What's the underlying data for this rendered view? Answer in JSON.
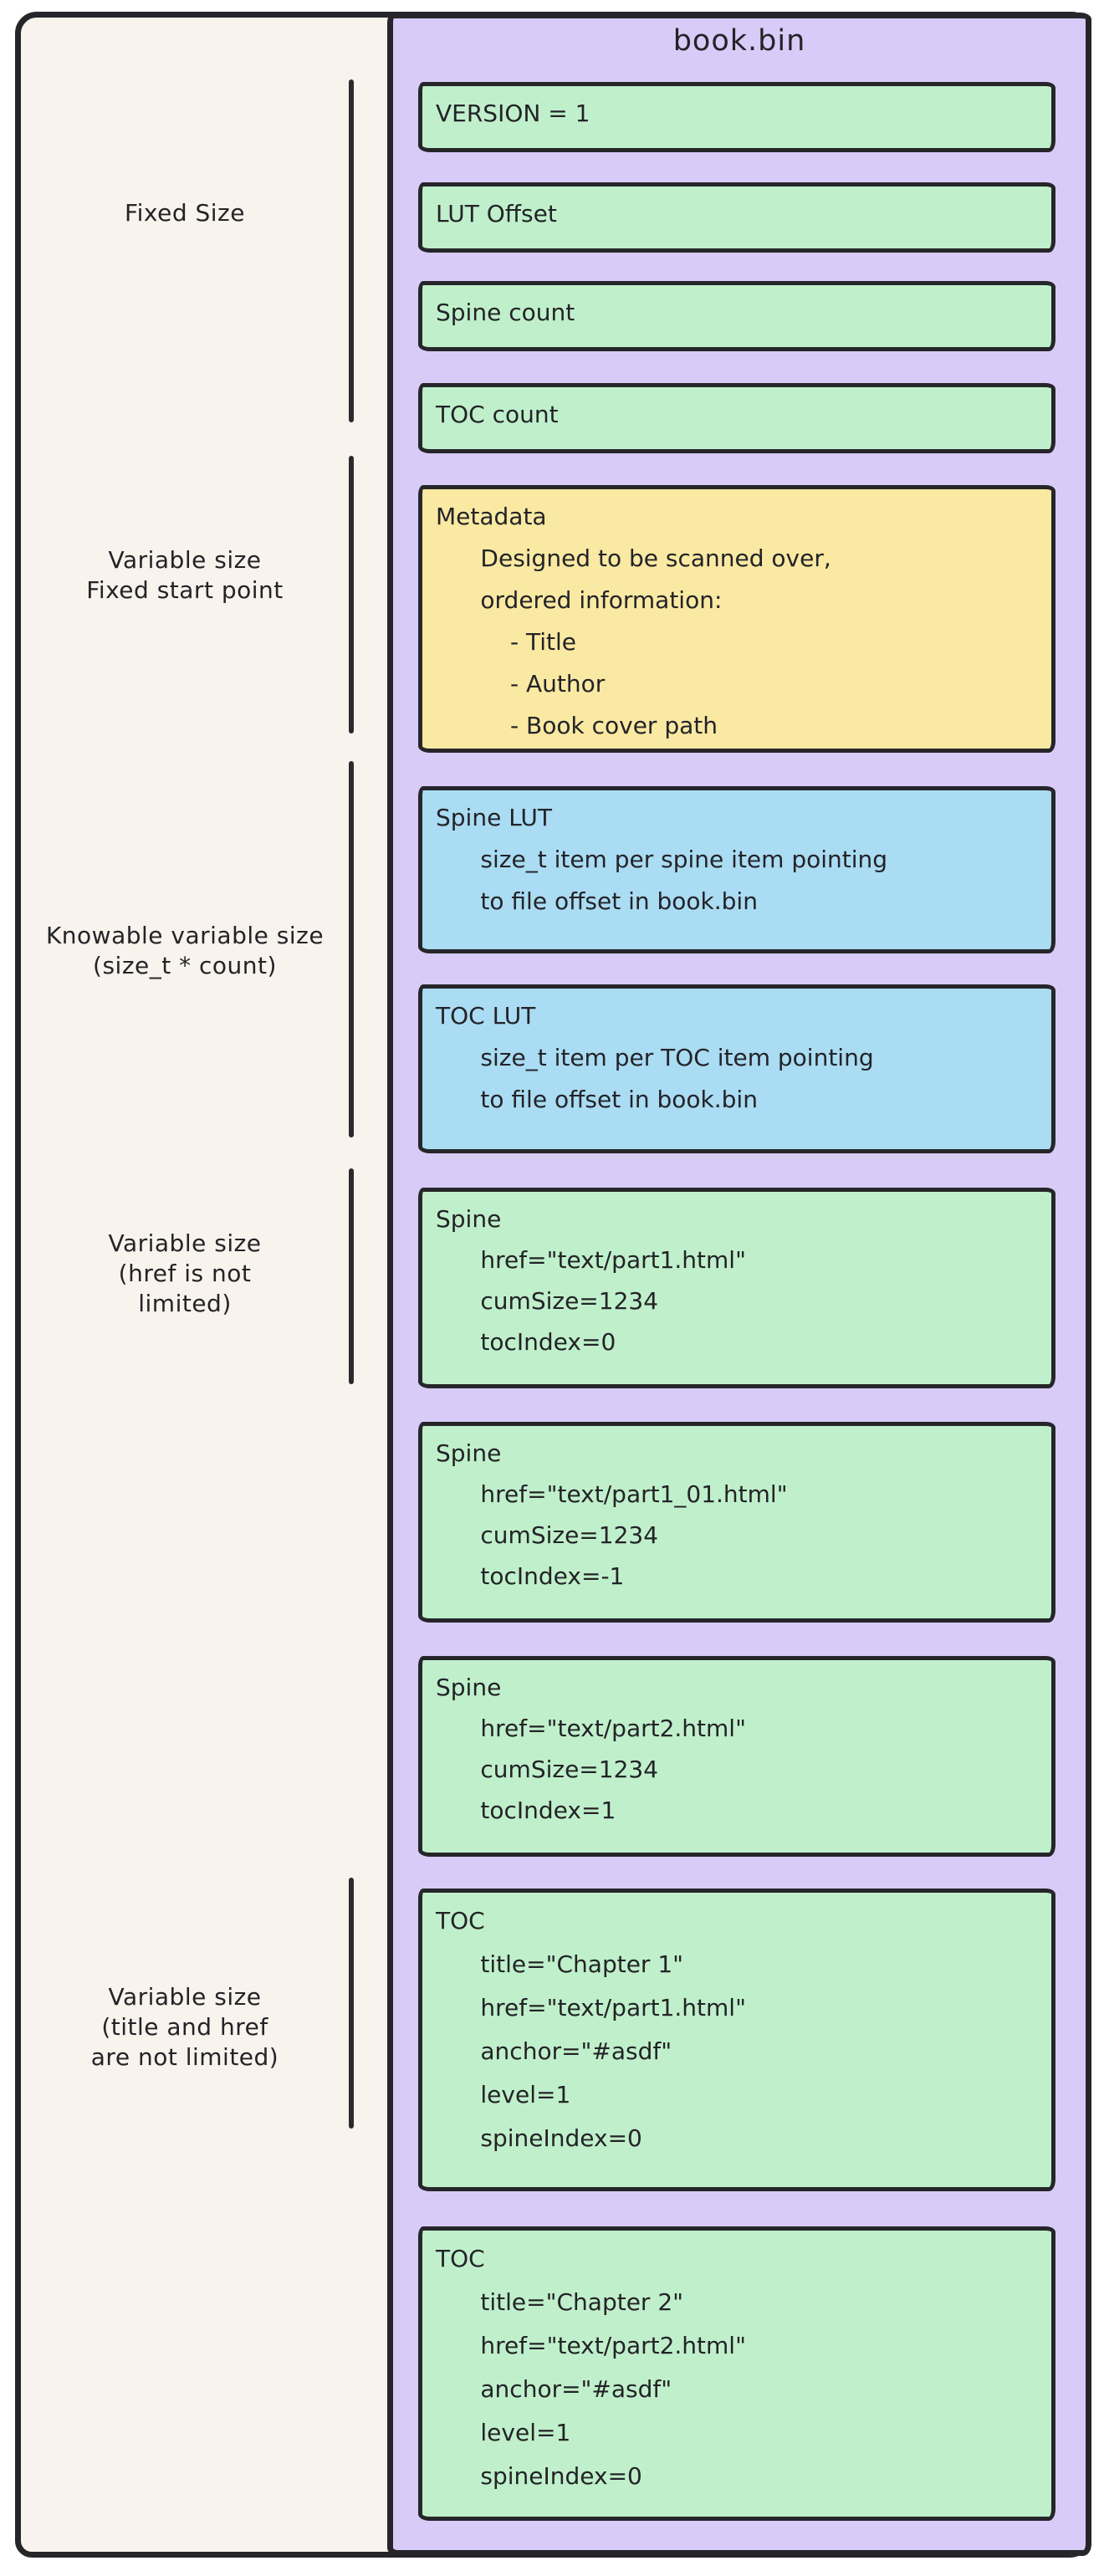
{
  "diagram": {
    "title": "book.bin",
    "colors": {
      "page": "#ffffff",
      "canvas": "#f8f3ec",
      "purple": "#d8cbf7",
      "green": "#c0f0cb",
      "yellow": "#fae9a2",
      "blue": "#aadcf3",
      "stroke": "#26262a"
    },
    "side_labels": [
      {
        "id": "fixed-size",
        "lines": [
          "Fixed Size"
        ]
      },
      {
        "id": "variable-fixed-start",
        "lines": [
          "Variable size",
          "Fixed start point"
        ]
      },
      {
        "id": "knowable-variable",
        "lines": [
          "Knowable variable size",
          "(size_t * count)"
        ]
      },
      {
        "id": "variable-href",
        "lines": [
          "Variable size",
          "(href is not",
          "limited)"
        ]
      },
      {
        "id": "variable-title-href",
        "lines": [
          "Variable size",
          "(title and href",
          "are not limited)"
        ]
      }
    ],
    "boxes": [
      {
        "id": "version",
        "fill": "green",
        "lines": [
          "VERSION = 1"
        ]
      },
      {
        "id": "lut-offset",
        "fill": "green",
        "lines": [
          "LUT Offset"
        ]
      },
      {
        "id": "spine-count",
        "fill": "green",
        "lines": [
          "Spine count"
        ]
      },
      {
        "id": "toc-count",
        "fill": "green",
        "lines": [
          "TOC count"
        ]
      },
      {
        "id": "metadata",
        "fill": "yellow",
        "lines": [
          "Metadata",
          "      Designed to be scanned over,",
          "      ordered information:",
          "          - Title",
          "          - Author",
          "          - Book cover path"
        ]
      },
      {
        "id": "spine-lut",
        "fill": "blue",
        "lines": [
          "Spine LUT",
          "      size_t item per spine item pointing",
          "      to file offset in book.bin"
        ]
      },
      {
        "id": "toc-lut",
        "fill": "blue",
        "lines": [
          "TOC LUT",
          "      size_t item per TOC item pointing",
          "      to file offset in book.bin"
        ]
      },
      {
        "id": "spine-1",
        "fill": "green",
        "lines": [
          "Spine",
          "      href=\"text/part1.html\"",
          "      cumSize=1234",
          "      tocIndex=0"
        ]
      },
      {
        "id": "spine-2",
        "fill": "green",
        "lines": [
          "Spine",
          "      href=\"text/part1_01.html\"",
          "      cumSize=1234",
          "      tocIndex=-1"
        ]
      },
      {
        "id": "spine-3",
        "fill": "green",
        "lines": [
          "Spine",
          "      href=\"text/part2.html\"",
          "      cumSize=1234",
          "      tocIndex=1"
        ]
      },
      {
        "id": "toc-1",
        "fill": "green",
        "lines": [
          "TOC",
          "      title=\"Chapter 1\"",
          "      href=\"text/part1.html\"",
          "      anchor=\"#asdf\"",
          "      level=1",
          "      spineIndex=0"
        ]
      },
      {
        "id": "toc-2",
        "fill": "green",
        "lines": [
          "TOC",
          "      title=\"Chapter 2\"",
          "      href=\"text/part2.html\"",
          "      anchor=\"#asdf\"",
          "      level=1",
          "      spineIndex=0"
        ]
      }
    ]
  }
}
